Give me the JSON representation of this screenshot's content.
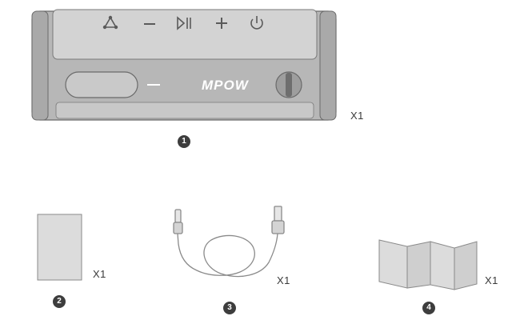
{
  "speaker": {
    "brand": "MPOW",
    "buttons": [
      "bluetooth-icon",
      "volume-down-icon",
      "play-pause-icon",
      "volume-up-icon",
      "power-icon"
    ],
    "qty": "X1",
    "number": "1"
  },
  "items": [
    {
      "name": "manual",
      "qty": "X1",
      "number": "2"
    },
    {
      "name": "usb-cable",
      "qty": "X1",
      "number": "3"
    },
    {
      "name": "folded-card",
      "qty": "X1",
      "number": "4"
    }
  ],
  "colors": {
    "body": "#b6b6b6",
    "top-panel": "#d2d2d2",
    "outline": "#6a6a6a",
    "paper": "#dcdcdc",
    "badge": "#3d3d3d"
  }
}
